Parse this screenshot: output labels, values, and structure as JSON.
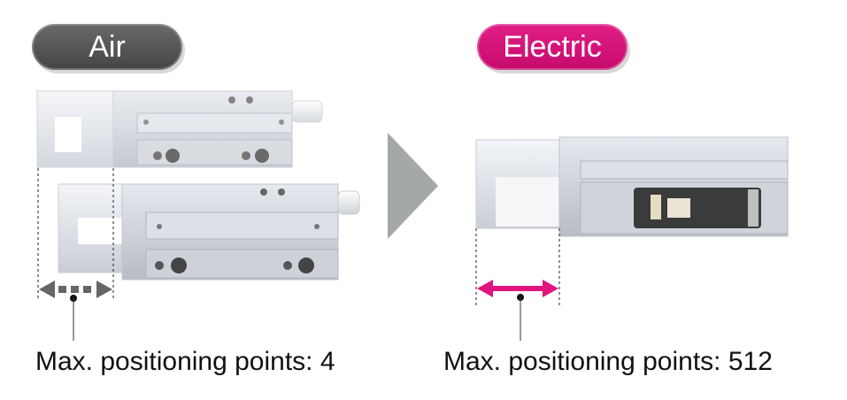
{
  "labels": {
    "air": "Air",
    "electric": "Electric"
  },
  "captions": {
    "air": "Max. positioning points: 4",
    "electric": "Max. positioning points: 512"
  },
  "colors": {
    "air_pill": "#555555",
    "electric_pill": "#d4127b",
    "air_arrow": "#666666",
    "electric_arrow": "#e0157f",
    "transition_arrow": "#a5a8a8"
  },
  "icons": {
    "air_arrow": "dashed-double-arrow",
    "electric_arrow": "solid-double-arrow",
    "transition": "triangle-right"
  }
}
